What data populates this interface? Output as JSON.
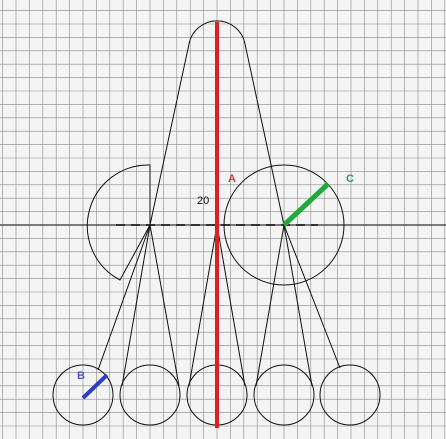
{
  "labels": {
    "a": "A",
    "b": "B",
    "c": "C",
    "dimension": "20"
  },
  "colors": {
    "background": "#f4f4f4",
    "grid": "#8a8a8a",
    "outline": "#111111",
    "a": "#e02020",
    "b": "#2b3fc0",
    "c": "#1faa3c",
    "a_label": "#d63a3a",
    "b_label": "#4a56c4",
    "c_label": "#2f9e48"
  }
}
